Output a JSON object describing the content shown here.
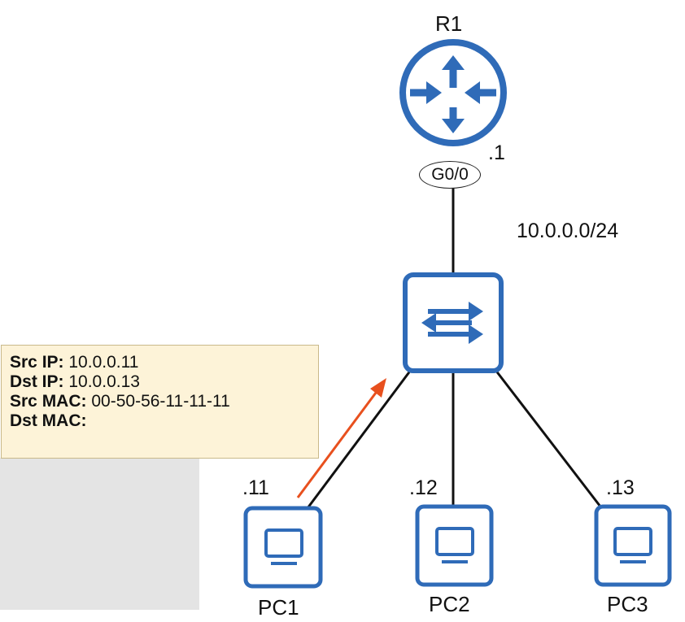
{
  "router": {
    "name": "R1",
    "interface": "G0/0",
    "ip_suffix": ".1",
    "icon": "router-icon"
  },
  "network": {
    "subnet": "10.0.0.0/24"
  },
  "switch": {
    "icon": "switch-icon"
  },
  "pcs": [
    {
      "name": "PC1",
      "ip_suffix": ".11",
      "icon": "pc-icon"
    },
    {
      "name": "PC2",
      "ip_suffix": ".12",
      "icon": "pc-icon"
    },
    {
      "name": "PC3",
      "ip_suffix": ".13",
      "icon": "pc-icon"
    }
  ],
  "frame_info": {
    "src_ip_label": "Src IP:",
    "src_ip_value": "10.0.0.11",
    "dst_ip_label": "Dst IP:",
    "dst_ip_value": "10.0.0.13",
    "src_mac_label": "Src MAC:",
    "src_mac_value": "00-50-56-11-11-11",
    "dst_mac_label": "Dst MAC:",
    "dst_mac_value": ""
  },
  "colors": {
    "device_blue": "#2f6bb8",
    "arrow_orange": "#e8501e",
    "info_bg": "#fdf3d8"
  }
}
